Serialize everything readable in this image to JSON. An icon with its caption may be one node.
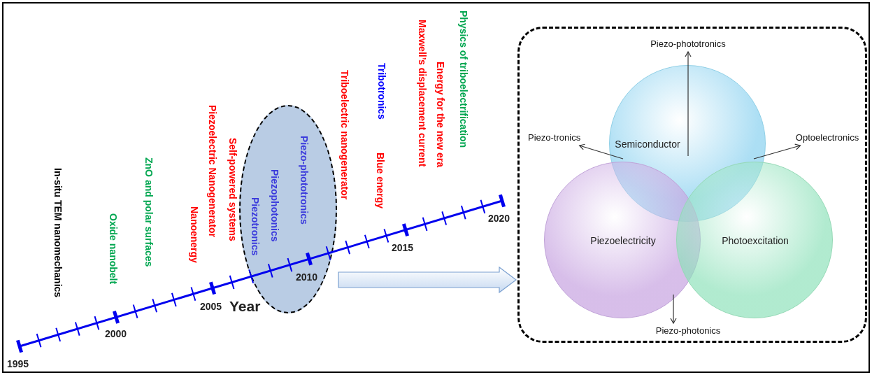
{
  "diagram": {
    "nodes": [
      {
        "text": [],
        "shape": "ellipse"
      },
      {
        "text": [
          "Piezotronics"
        ],
        "in": 0
      },
      {
        "text": [
          "Piezophotonics"
        ],
        "in": 0
      },
      {
        "text": [
          "Piezo-phototronics"
        ],
        "in": 0
      },
      {
        "text": [],
        "shape": "box"
      },
      {
        "text": [
          "Semiconductor"
        ],
        "in": 4
      },
      {
        "text": [
          "Piezoelectricity"
        ],
        "in": 4
      },
      {
        "text": [
          "Photoexcitation"
        ],
        "in": 4
      },
      {
        "text": [
          "Piezo-phototronics"
        ],
        "in": 4
      },
      {
        "text": [
          "Piezo-tronics"
        ],
        "in": 4
      },
      {
        "text": [
          "Optoelectronics"
        ],
        "in": 4
      },
      {
        "text": [
          "Piezo-photonics"
        ],
        "in": 4
      }
    ],
    "edges": [
      {
        "from": 0,
        "to": 4,
        "arrow": "to",
        "style": "thick",
        "color": "#c6d9f1"
      },
      {
        "from": 5,
        "to": 8,
        "arrow": "to"
      },
      {
        "from": 5,
        "to": 9,
        "arrow": "to"
      },
      {
        "from": 5,
        "to": 10,
        "arrow": "to"
      },
      {
        "from": 6,
        "to": 11,
        "arrow": "to"
      }
    ],
    "labels": [
      "In-situ TEM nanomechanics",
      "Oxide nanobelt",
      "ZnO and polar surfaces",
      "Nanoenergy",
      "Piezoelectric Nanogenerator",
      "Self-powered systems",
      "Triboelectric nanogenerator",
      "Blue energy",
      "Tribotronics",
      "Maxwell’s displacement current",
      "Energy for the new era",
      "Physics of triboelectrification",
      "1995",
      "2000",
      "2005",
      "2010",
      "2015",
      "2020",
      "Year"
    ]
  }
}
